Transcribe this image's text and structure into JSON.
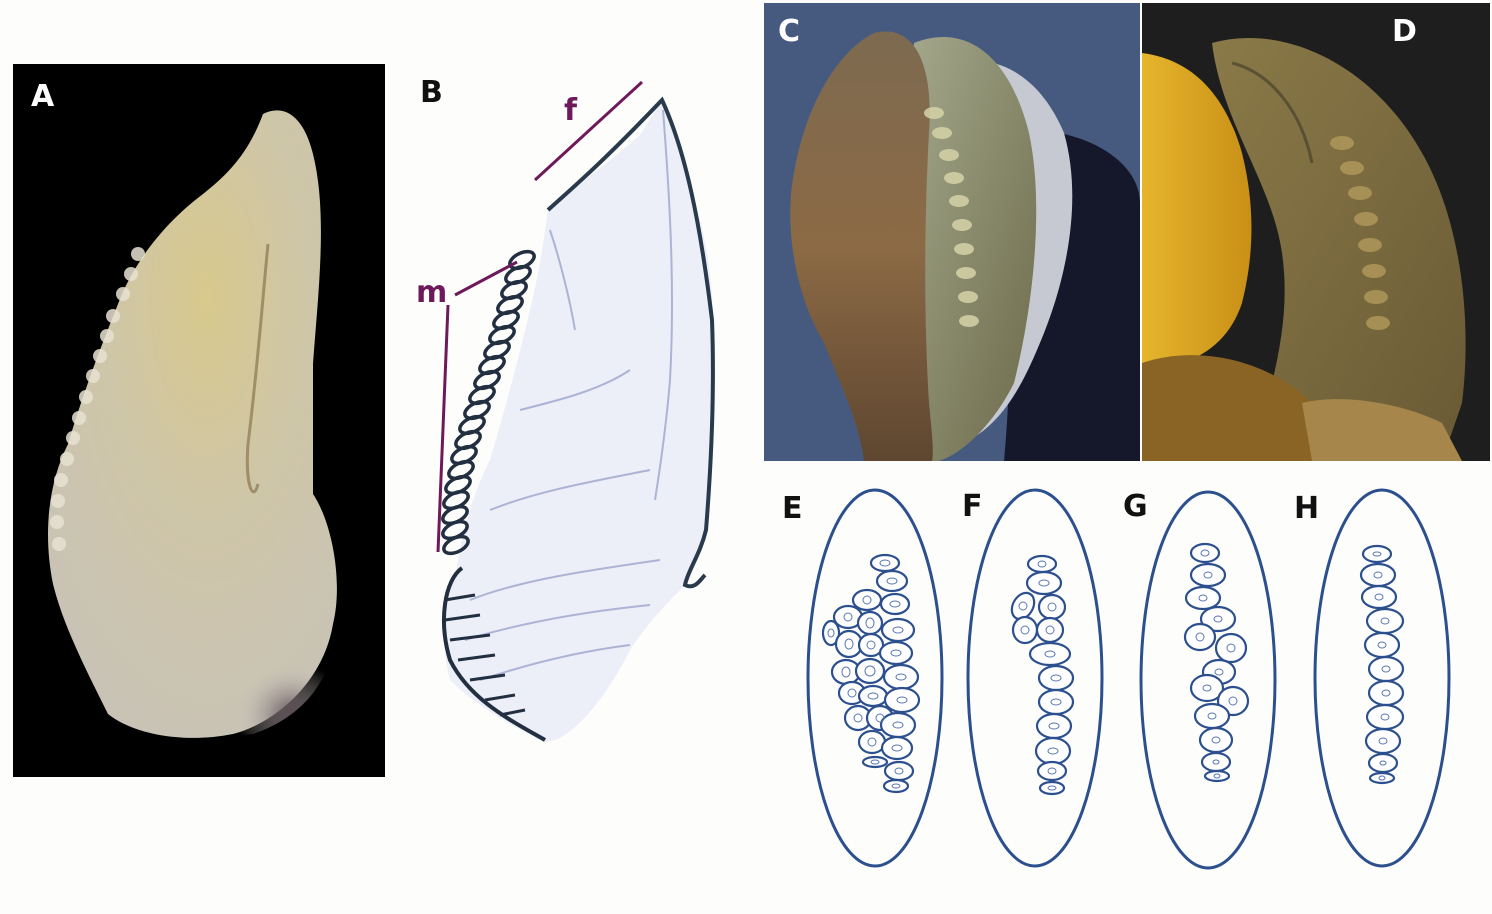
{
  "figure": {
    "panels": [
      {
        "id": "A",
        "label": "A",
        "kind": "photo",
        "description": "white fleshy structure with serrated left margin on black background"
      },
      {
        "id": "B",
        "label": "B",
        "kind": "drawing",
        "annotations": [
          {
            "label": "f"
          },
          {
            "label": "m"
          }
        ]
      },
      {
        "id": "C",
        "label": "C",
        "kind": "photo",
        "background": "#465a80"
      },
      {
        "id": "D",
        "label": "D",
        "kind": "photo",
        "background": "#1e1e1e"
      },
      {
        "id": "E",
        "label": "E",
        "kind": "schematic",
        "cells": "multi-row cluster"
      },
      {
        "id": "F",
        "label": "F",
        "kind": "schematic",
        "cells": "partial double row then single row"
      },
      {
        "id": "G",
        "label": "G",
        "kind": "schematic",
        "cells": "single row with offset pairs"
      },
      {
        "id": "H",
        "label": "H",
        "kind": "schematic",
        "cells": "single row"
      }
    ]
  },
  "labels": {
    "A": "A",
    "B": "B",
    "C": "C",
    "D": "D",
    "E": "E",
    "F": "F",
    "G": "G",
    "H": "H",
    "f": "f",
    "m": "m"
  },
  "colors": {
    "annotation": "#6e1a5a",
    "schematic_stroke": "#2c4f8e",
    "panel_c_bg": "#465a80",
    "panel_d_bg": "#1e1e1e",
    "panel_a_bg": "#000000"
  }
}
